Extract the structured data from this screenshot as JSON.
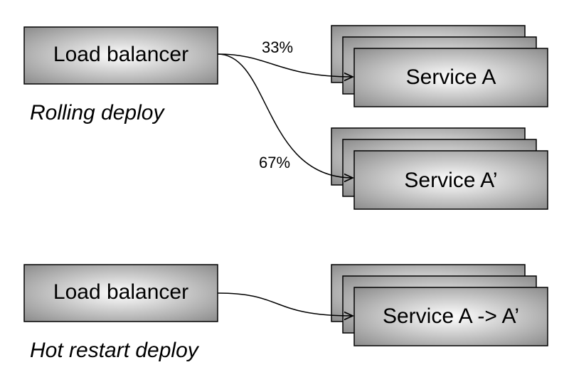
{
  "colors": {
    "box_gradient_center": "#ffffff",
    "box_gradient_edge": "#8c8c8c",
    "stroke": "#000000"
  },
  "rolling": {
    "balancer_label": "Load balancer",
    "caption": "Rolling deploy",
    "service_old_label": "Service A",
    "service_new_label": "Service A’",
    "split_old": "33%",
    "split_new": "67%"
  },
  "hot_restart": {
    "balancer_label": "Load balancer",
    "caption": "Hot restart deploy",
    "service_label": "Service A -> A’"
  }
}
